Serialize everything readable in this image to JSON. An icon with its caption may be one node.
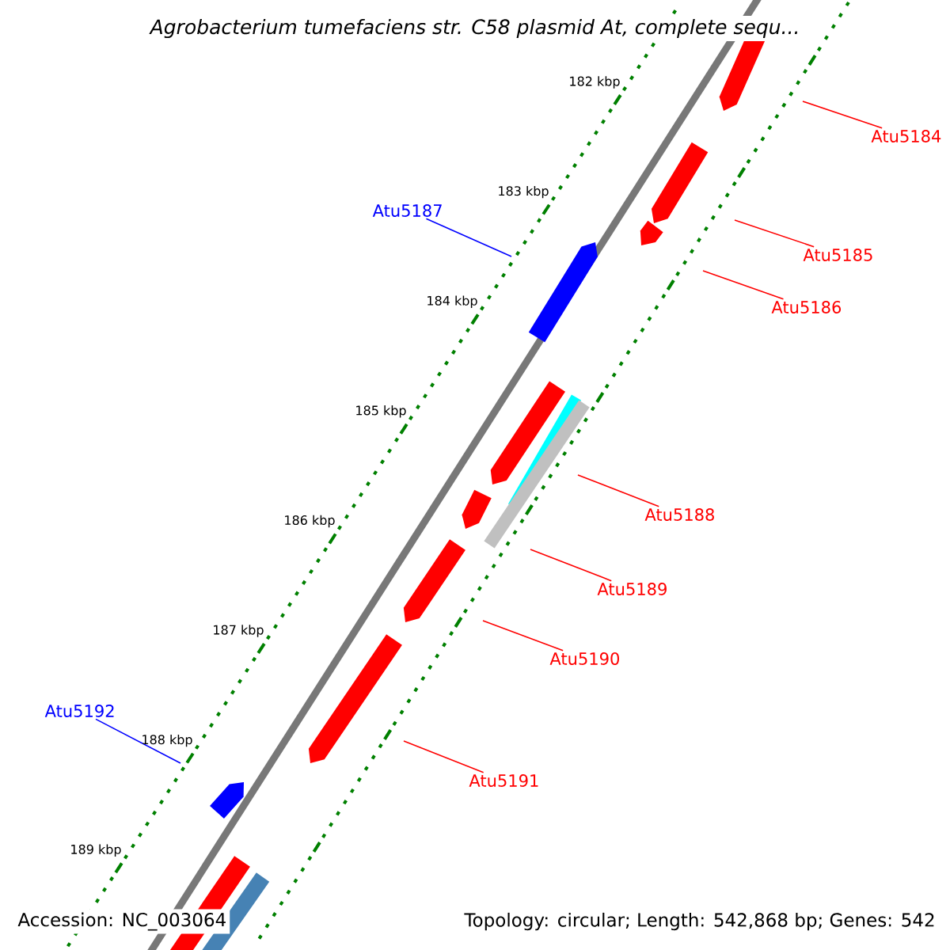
{
  "diagram": {
    "title": "Agrobacterium tumefaciens str. C58 plasmid At, complete sequ...",
    "nodes": [
      {
        "text": [
          "Atu5184"
        ]
      },
      {
        "text": [
          "Atu5187"
        ]
      },
      {
        "text": [
          "Atu5185"
        ]
      },
      {
        "text": [
          "Atu5186"
        ]
      },
      {
        "text": [
          "Atu5188"
        ]
      },
      {
        "text": [
          "Atu5189"
        ]
      },
      {
        "text": [
          "Atu5190"
        ]
      },
      {
        "text": [
          "Atu5192"
        ]
      },
      {
        "text": [
          "Atu5191"
        ]
      }
    ],
    "edges": [
      {
        "from": 0,
        "to": null,
        "arrow": "none"
      },
      {
        "from": 1,
        "to": null,
        "arrow": "none",
        "color": "#0000ff"
      },
      {
        "from": 2,
        "to": null,
        "arrow": "none"
      },
      {
        "from": 3,
        "to": null,
        "arrow": "none"
      },
      {
        "from": 4,
        "to": null,
        "arrow": "none"
      },
      {
        "from": 5,
        "to": null,
        "arrow": "none"
      },
      {
        "from": 6,
        "to": null,
        "arrow": "none"
      },
      {
        "from": 7,
        "to": null,
        "arrow": "none",
        "color": "#0000ff"
      },
      {
        "from": 8,
        "to": null,
        "arrow": "none"
      }
    ],
    "labels": [
      "182 kbp",
      "183 kbp",
      "184 kbp",
      "185 kbp",
      "186 kbp",
      "187 kbp",
      "188 kbp",
      "189 kbp",
      "Accession: NC_003064",
      "Topology: circular; Length: 542,868 bp; Genes: 542"
    ]
  }
}
